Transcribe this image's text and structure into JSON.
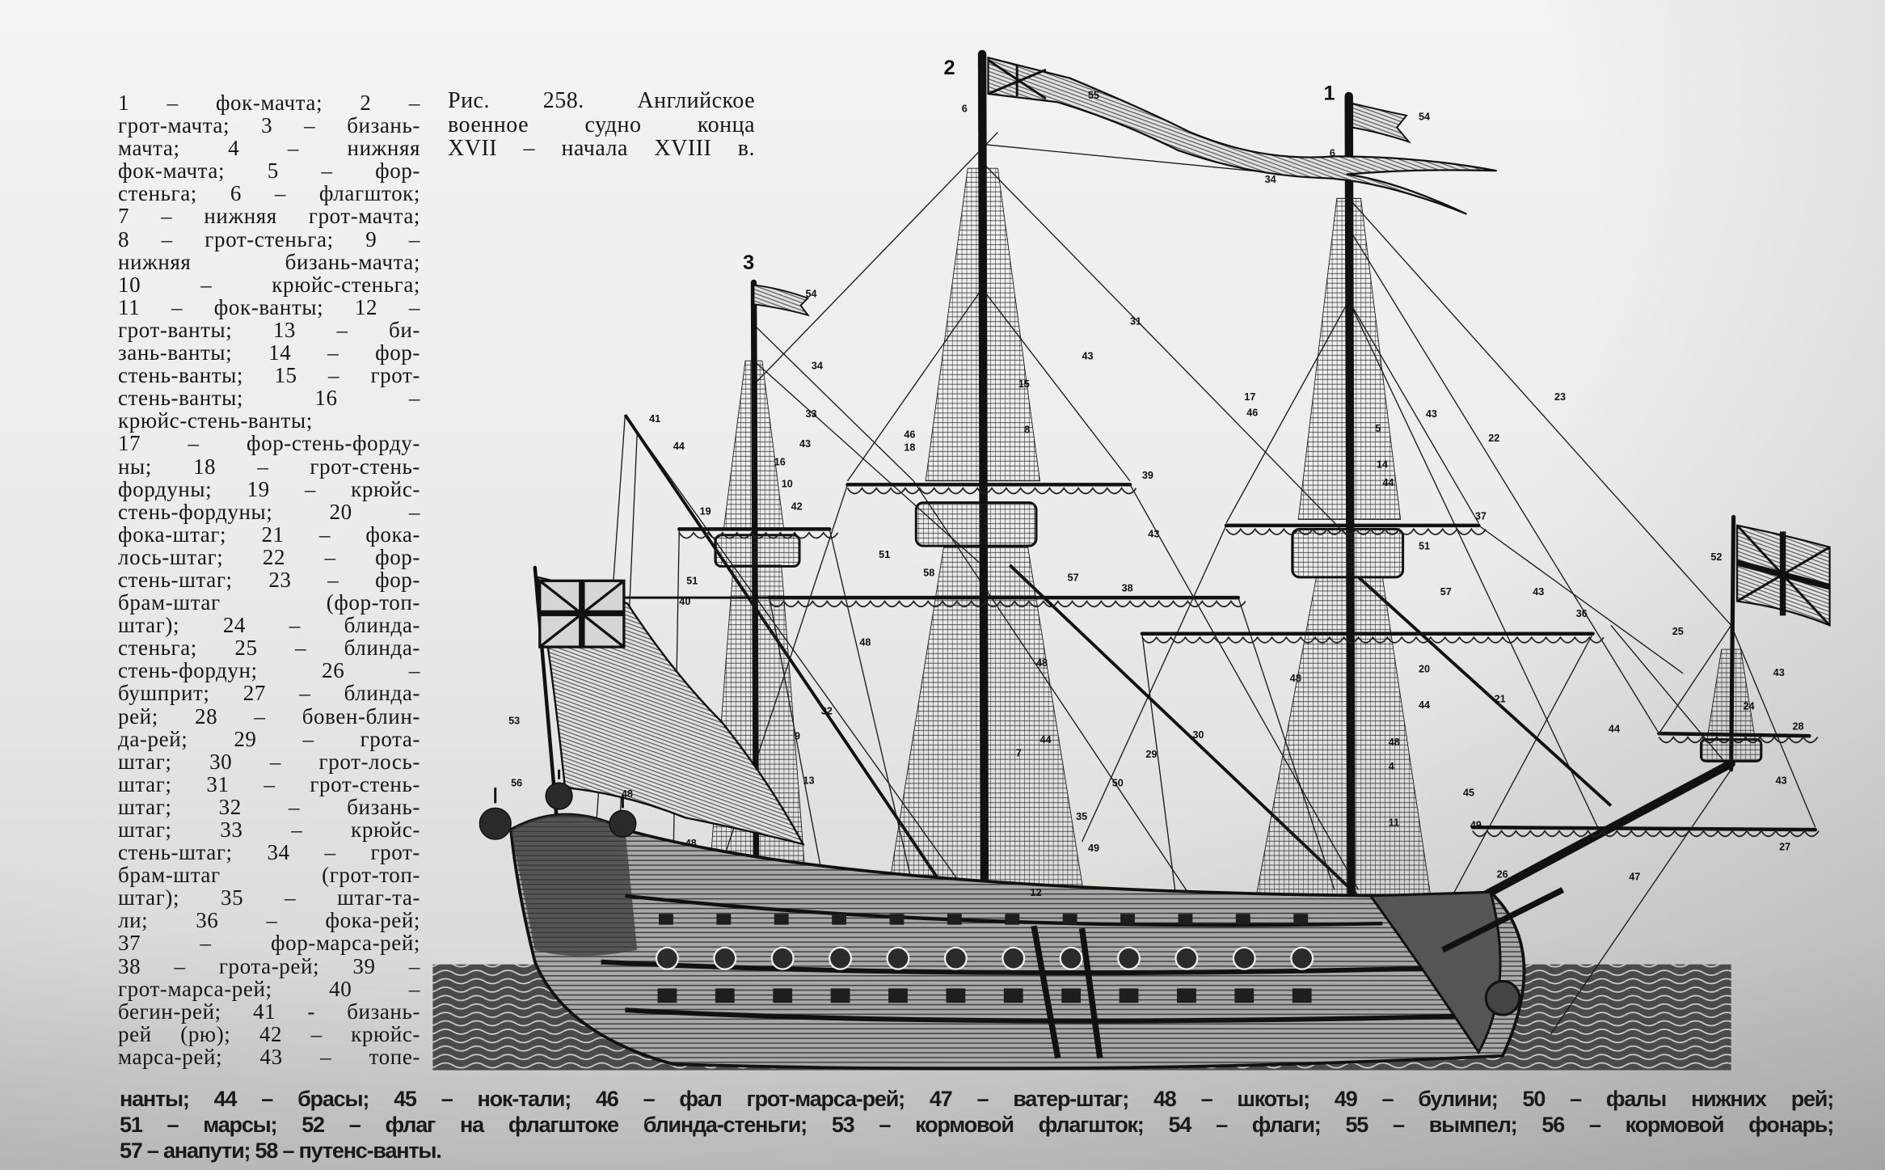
{
  "caption": {
    "lines": [
      "Рис. 258. Английское",
      "военное судно конца",
      "XVII – начала XVIII в."
    ]
  },
  "legend_column": {
    "lines": [
      "1 – фок-мачта; 2 –",
      "грот-мачта; 3 – бизань-",
      "мачта; 4 – нижняя",
      "фок-мачта; 5 – фор-",
      "стеньга; 6 – флагшток;",
      "7 – нижняя грот-мачта;",
      "8 – грот-стеньга; 9 –",
      "нижняя бизань-мачта;",
      "10 – крюйс-стеньга;",
      "11 – фок-ванты; 12 –",
      "грот-ванты; 13 – би-",
      "зань-ванты; 14 – фор-",
      "стень-ванты; 15 – грот-",
      "стень-ванты; 16 –",
      "крюйс-стень-ванты;",
      "17 – фор-стень-форду-",
      "ны; 18 – грот-стень-",
      "фордуны; 19 – крюйс-",
      "стень-фордуны; 20 –",
      "фока-штаг; 21 – фока-",
      "лось-штаг; 22 – фор-",
      "стень-штаг; 23 – фор-",
      "брам-штаг (фор-топ-",
      "штаг); 24 – блинда-",
      "стеньга; 25 – блинда-",
      "стень-фордун; 26 –",
      "бушприт; 27 – блинда-",
      "рей; 28 – бовен-блин-",
      "да-рей; 29 – грота-",
      "штаг; 30 – грот-лось-",
      "штаг; 31 – грот-стень-",
      "штаг; 32 – бизань-",
      "штаг; 33 – крюйс-",
      "стень-штаг; 34 – грот-",
      "брам-штаг (грот-топ-",
      "штаг); 35 – штаг-та-",
      "ли; 36 – фока-рей;",
      "37 – фор-марса-рей;",
      "38 – грота-рей; 39 –",
      "грот-марса-рей; 40 –",
      "бегин-рей; 41 - бизань-",
      "рей (рю); 42 – крюйс-",
      "марса-рей; 43 – топе-"
    ]
  },
  "legend_bottom": {
    "lines": [
      "нанты; 44 – брасы; 45 – нок-тали; 46 – фал грот-марса-рей; 47 – ватер-штаг; 48 – шкоты; 49 – булини; 50 – фалы нижних рей;",
      "51 – марсы; 52 – флаг на флагштоке блинда-стеньги; 53 – кормовой флагшток; 54 – флаги; 55 – вымпел; 56 – кормовой фонарь;",
      "57 – анапути; 58 – путенс-ванты."
    ]
  },
  "illustration": {
    "mast_numbers": [
      "1",
      "2",
      "3"
    ],
    "callouts": [
      "55",
      "54",
      "6",
      "6",
      "34",
      "54",
      "31",
      "23",
      "22",
      "43",
      "43",
      "15",
      "8",
      "46",
      "18",
      "17",
      "46",
      "5",
      "14",
      "44",
      "39",
      "37",
      "41",
      "44",
      "34",
      "33",
      "43",
      "16",
      "10",
      "19",
      "42",
      "43",
      "51",
      "58",
      "57",
      "38",
      "51",
      "57",
      "43",
      "36",
      "51",
      "40",
      "52",
      "25",
      "24",
      "28",
      "43",
      "43",
      "27",
      "44",
      "48",
      "48",
      "48",
      "48",
      "20",
      "44",
      "21",
      "30",
      "29",
      "44",
      "7",
      "4",
      "50",
      "35",
      "49",
      "12",
      "11",
      "45",
      "49",
      "26",
      "47",
      "32",
      "9",
      "13",
      "48",
      "48",
      "53",
      "56"
    ]
  }
}
